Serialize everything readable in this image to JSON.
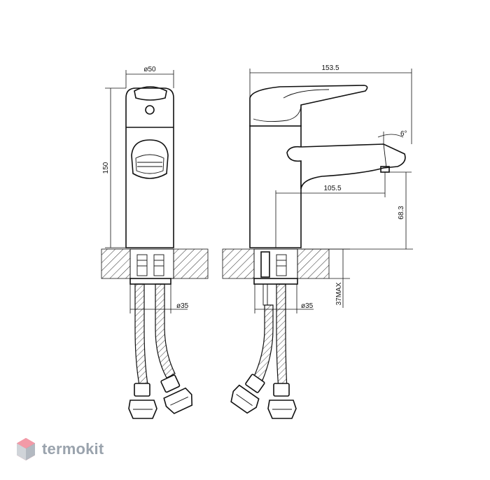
{
  "brand": {
    "name": "termokit"
  },
  "dimensions": {
    "front_width": "ø50",
    "front_height": "150",
    "front_hose": "ø35",
    "side_length": "153.5",
    "side_reach": "105.5",
    "side_spout_height": "68.3",
    "side_angle": "6°",
    "side_hose": "ø35",
    "side_countertop": "37MAX"
  },
  "colors": {
    "line": "#111111",
    "logo_gray": "#9aa3ad",
    "logo_red": "#e8536a"
  }
}
